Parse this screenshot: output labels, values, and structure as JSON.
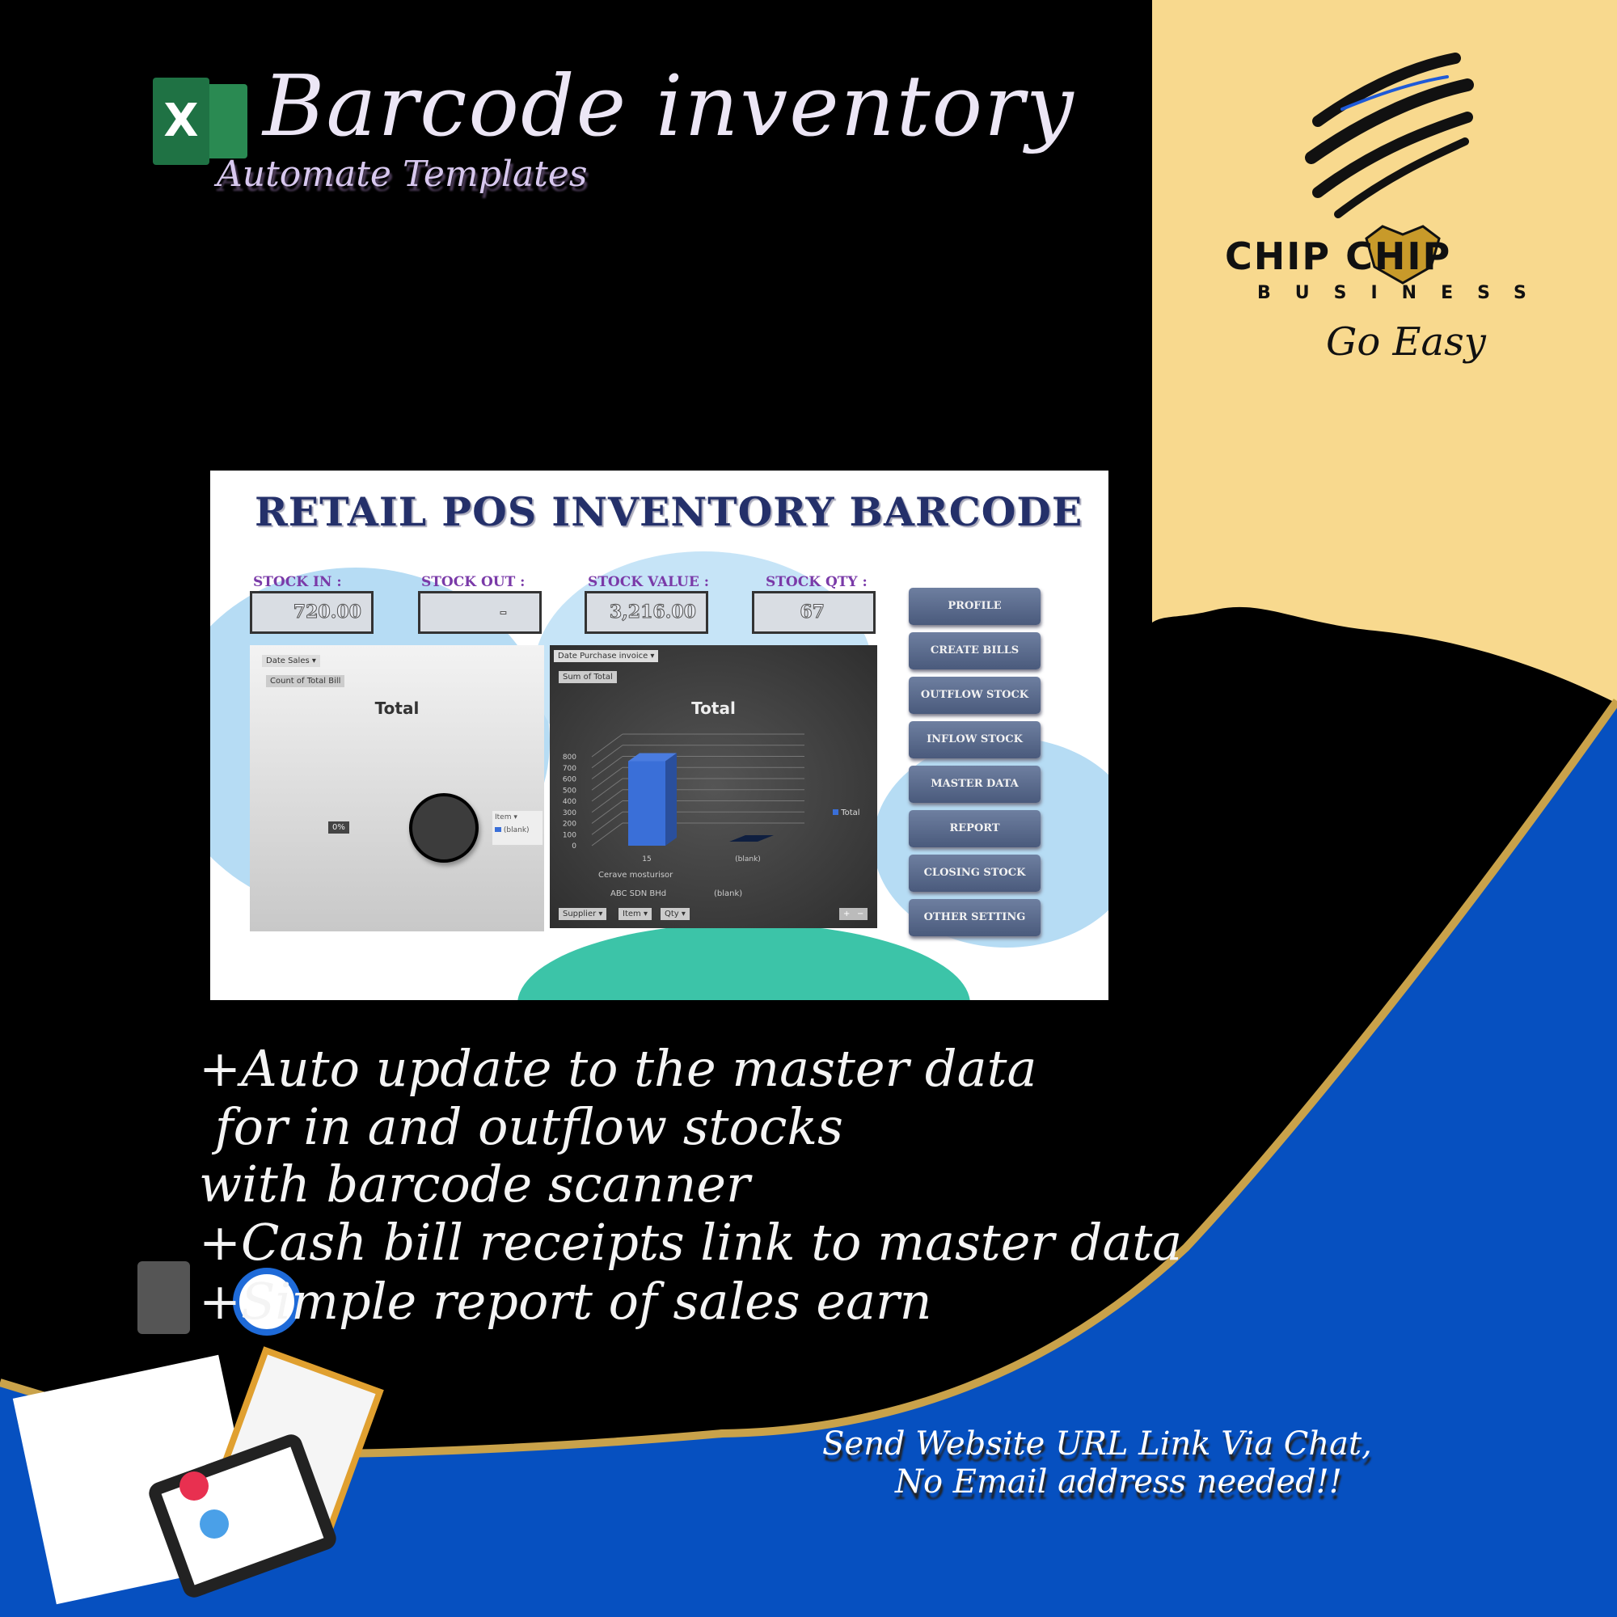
{
  "header": {
    "title": "Barcode inventory",
    "subtitle": "Automate Templates",
    "app_icon": "excel-icon"
  },
  "brand": {
    "name": "CHIP CHIP",
    "sub": "BUSINESS",
    "tagline": "Go Easy",
    "logo_icon": "bear-claw-logo"
  },
  "colors": {
    "yellow": "#f8d98e",
    "blue": "#0650c0",
    "gold": "#c9a24a",
    "navy_title": "#24306a",
    "label_purple": "#7a3aa8"
  },
  "dashboard": {
    "title": "RETAIL POS INVENTORY BARCODE",
    "kpis": [
      {
        "label": "STOCK IN :",
        "value": "720.00"
      },
      {
        "label": "STOCK OUT :",
        "value": "-"
      },
      {
        "label": "STOCK VALUE :",
        "value": "3,216.00"
      },
      {
        "label": "STOCK QTY :",
        "value": "67"
      }
    ],
    "buttons": [
      "PROFILE",
      "CREATE BILLS",
      "OUTFLOW STOCK",
      "INFLOW STOCK",
      "MASTER DATA",
      "REPORT",
      "CLOSING STOCK",
      "OTHER SETTING"
    ],
    "pie_panel": {
      "filter": "Date Sales",
      "field": "Count of Total Bill",
      "legend_field": "Item"
    },
    "bar_panel": {
      "filter": "Date Purchase invoice",
      "field": "Sum of Total",
      "row_labels": [
        "Cerave mosturisor",
        "(blank)"
      ],
      "row_labels2": [
        "ABC SDN BHd",
        "(blank)"
      ],
      "axis_fields": [
        "Supplier",
        "Item",
        "Qty"
      ],
      "plus": "+",
      "minus": "−"
    }
  },
  "chart_data": [
    {
      "type": "pie",
      "title": "Total",
      "categories": [
        "(blank)"
      ],
      "values": [
        1
      ],
      "data_labels": [
        "0%"
      ],
      "legend": "right"
    },
    {
      "type": "bar",
      "title": "Total",
      "categories": [
        "15",
        "(blank)"
      ],
      "values": [
        760,
        0
      ],
      "series": [
        {
          "name": "Total",
          "values": [
            760,
            0
          ]
        }
      ],
      "yticks": [
        "0",
        "100",
        "200",
        "300",
        "400",
        "500",
        "600",
        "700",
        "800"
      ],
      "ylim": [
        0,
        800
      ],
      "grid": true,
      "legend": "right",
      "color": "#3a6fd8"
    }
  ],
  "features": [
    "+Auto update to the master data",
    " for in and outflow stocks",
    "with barcode scanner",
    "+Cash bill receipts link to master data",
    "+Simple report of sales earn"
  ],
  "footer": {
    "line1": "Send Website URL Link Via Chat,",
    "line2": "No Email address needed!!"
  }
}
